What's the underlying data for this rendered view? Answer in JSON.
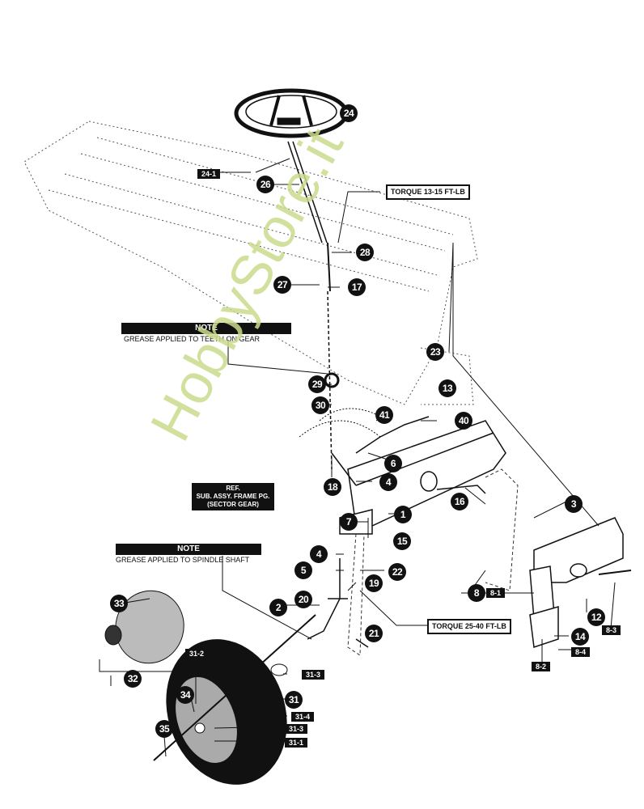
{
  "diagram": {
    "title": "Steering assembly exploded parts diagram",
    "watermark": "HobbyStore.it",
    "notes": [
      {
        "id": "note-teeth",
        "heading": "NOTE",
        "text": "GREASE APPLIED TO TEETH ON GEAR"
      },
      {
        "id": "note-spindle",
        "heading": "NOTE",
        "text": "GREASE APPLIED TO SPINDLE SHAFT"
      }
    ],
    "reference_box": {
      "line1": "REF.",
      "line2": "SUB. ASSY. FRAME PG.",
      "line3": "(SECTOR GEAR)"
    },
    "torque_labels": [
      {
        "id": "torque-13-15",
        "text": "TORQUE 13-15 FT-LB"
      },
      {
        "id": "torque-25-40",
        "text": "TORQUE 25-40 FT-LB"
      }
    ],
    "part_callouts": [
      "24",
      "26",
      "28",
      "27",
      "17",
      "23",
      "13",
      "29",
      "30",
      "41",
      "40",
      "6",
      "4",
      "18",
      "7",
      "1",
      "16",
      "3",
      "15",
      "4",
      "5",
      "22",
      "19",
      "20",
      "2",
      "21",
      "8",
      "12",
      "14",
      "33",
      "32",
      "34",
      "35",
      "31"
    ],
    "sub_part_tags": [
      "24-1",
      "8-1",
      "8-3",
      "8-4",
      "8-2",
      "31-2",
      "31-3",
      "31-4",
      "31-3",
      "31-1"
    ]
  }
}
